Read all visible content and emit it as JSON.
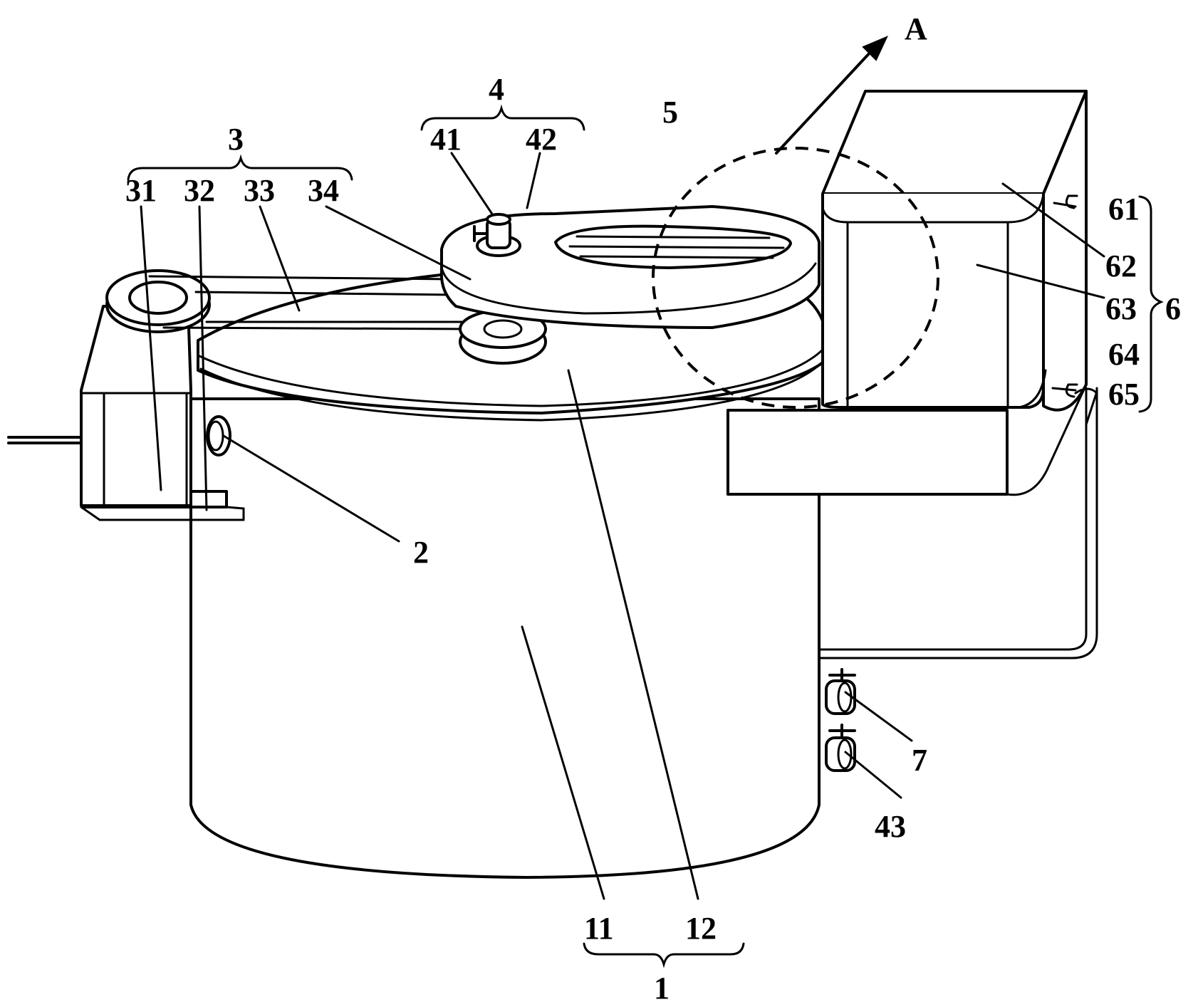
{
  "labels": {
    "A": "A",
    "g1": "1",
    "g11": "11",
    "g12": "12",
    "g2": "2",
    "g3": "3",
    "g31": "31",
    "g32": "32",
    "g33": "33",
    "g34": "34",
    "g4": "4",
    "g41": "41",
    "g42": "42",
    "g43": "43",
    "g5": "5",
    "g6": "6",
    "g61": "61",
    "g62": "62",
    "g63": "63",
    "g64": "64",
    "g65": "65",
    "g7": "7"
  }
}
